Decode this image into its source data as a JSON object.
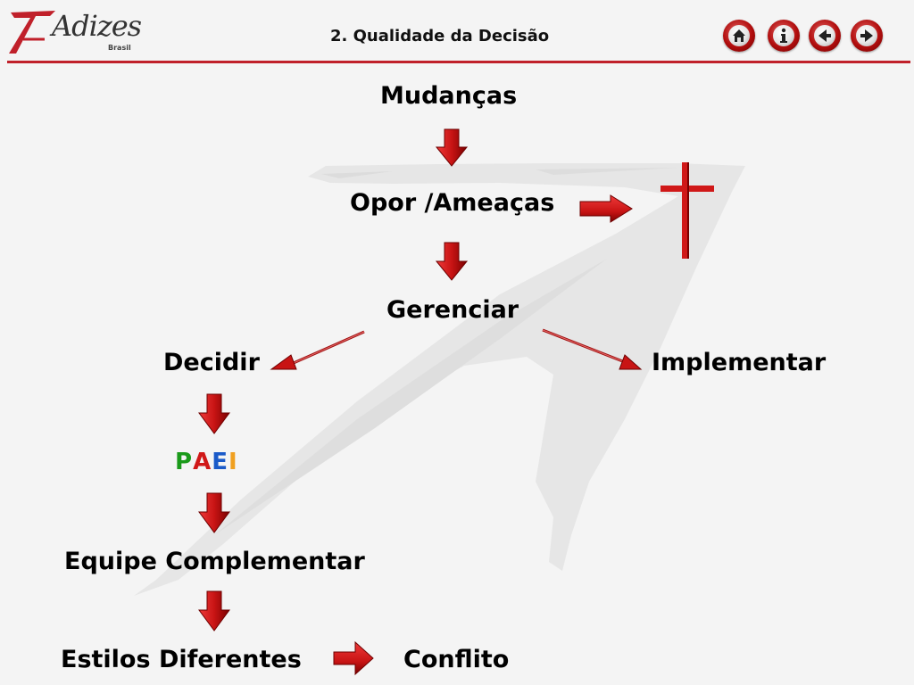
{
  "header": {
    "logo_text": "Adizes",
    "logo_subtext": "Brasil",
    "title": "2. Qualidade da Decisão"
  },
  "nav": [
    {
      "name": "home-button",
      "icon": "home-icon"
    },
    {
      "name": "info-button",
      "icon": "info-icon"
    },
    {
      "name": "back-button",
      "icon": "arrow-left-icon"
    },
    {
      "name": "forward-button",
      "icon": "arrow-right-icon"
    }
  ],
  "flow": {
    "mudancas": "Mudanças",
    "opor": "Opor /Ameaças",
    "gerenciar": "Gerenciar",
    "decidir": "Decidir",
    "implementar": "Implementar",
    "paei": {
      "p": "P",
      "a": "A",
      "e": "E",
      "i": "I"
    },
    "equipe": "Equipe Complementar",
    "estilos": "Estilos Diferentes",
    "conflito": "Conflito"
  },
  "colors": {
    "accent": "#c0202a",
    "paei_p": "#1a9a1a",
    "paei_a": "#d01818",
    "paei_e": "#1a5ac8",
    "paei_i": "#f0a020"
  }
}
